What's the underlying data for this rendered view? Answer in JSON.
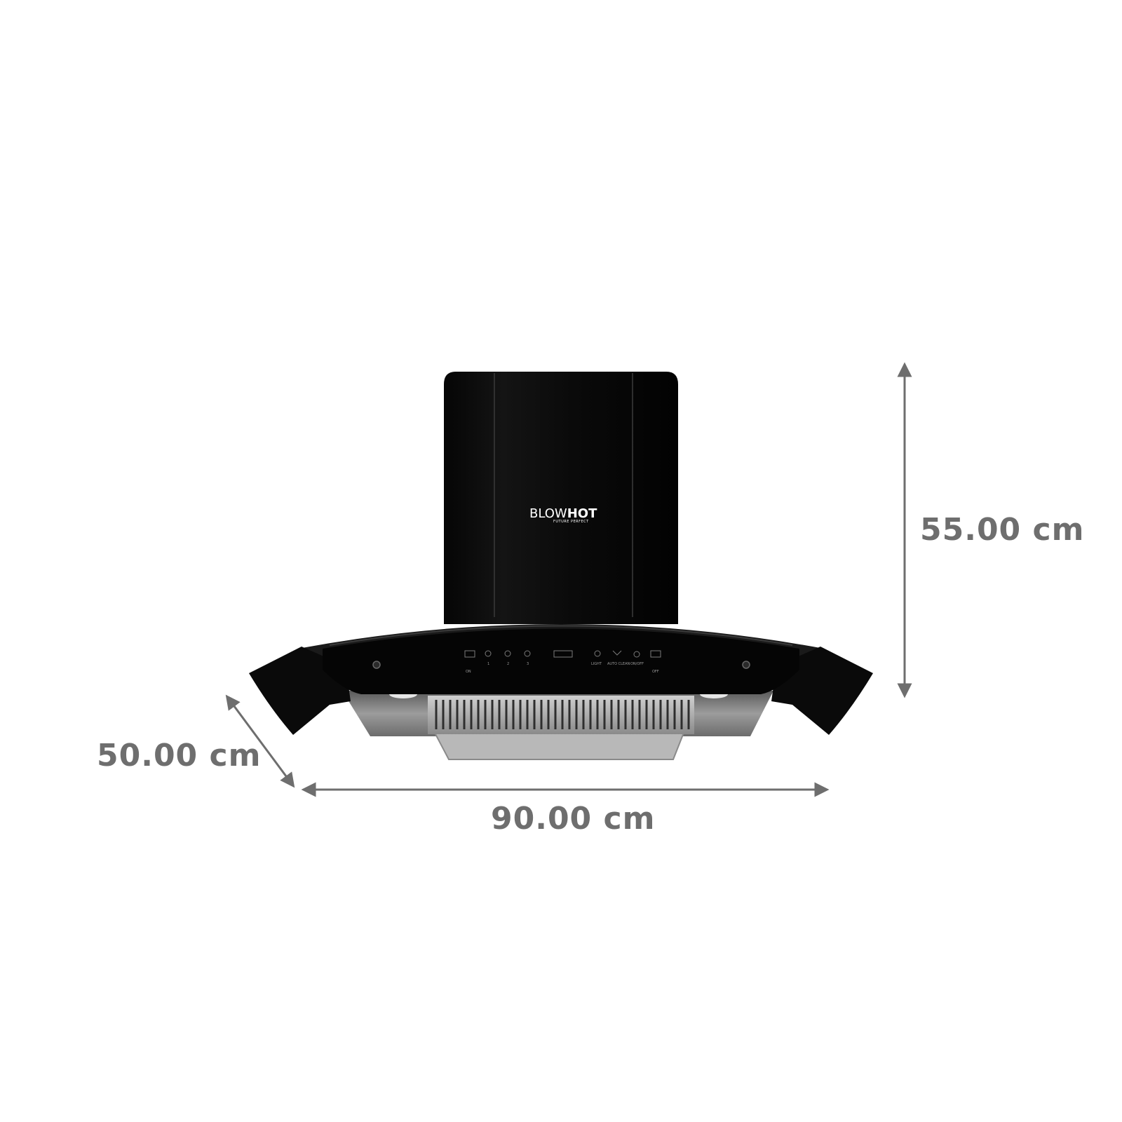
{
  "dimensions": {
    "height": "55.00 cm",
    "depth": "50.00 cm",
    "width": "90.00 cm"
  },
  "brand": {
    "name_light": "BLOW",
    "name_bold": "HOT",
    "tagline": "FUTURE PERFECT"
  },
  "control_panel": {
    "on_label": "ON",
    "off_label": "OFF",
    "speed_1": "1",
    "speed_2": "2",
    "speed_3": "3",
    "light_label": "LIGHT",
    "auto_clean_label": "AUTO CLEAN",
    "onoff_label": "ON/OFF"
  },
  "colors": {
    "arrow": "#6e6e6e",
    "hood_body": "#0b0b0b",
    "steel": "#9a9a9a"
  }
}
